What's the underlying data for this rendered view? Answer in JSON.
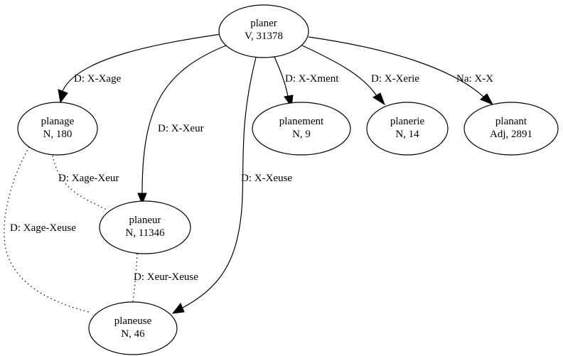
{
  "nodes": {
    "planer": {
      "name": "planer",
      "info": "V, 31378"
    },
    "planage": {
      "name": "planage",
      "info": "N, 180"
    },
    "planement": {
      "name": "planement",
      "info": "N, 9"
    },
    "planerie": {
      "name": "planerie",
      "info": "N, 14"
    },
    "planant": {
      "name": "planant",
      "info": "Adj, 2891"
    },
    "planeur": {
      "name": "planeur",
      "info": "N, 11346"
    },
    "planeuse": {
      "name": "planeuse",
      "info": "N, 46"
    }
  },
  "edges": {
    "planer_planage": {
      "label": "D: X-Xage"
    },
    "planer_planeur": {
      "label": "D: X-Xeur"
    },
    "planer_planeuse": {
      "label": "D: X-Xeuse"
    },
    "planer_planement": {
      "label": "D: X-Xment"
    },
    "planer_planerie": {
      "label": "D: X-Xerie"
    },
    "planer_planant": {
      "label": "Na: X-X"
    },
    "planage_planeur": {
      "label": "D: Xage-Xeur"
    },
    "planage_planeuse": {
      "label": "D: Xage-Xeuse"
    },
    "planeur_planeuse": {
      "label": "D: Xeur-Xeuse"
    }
  }
}
